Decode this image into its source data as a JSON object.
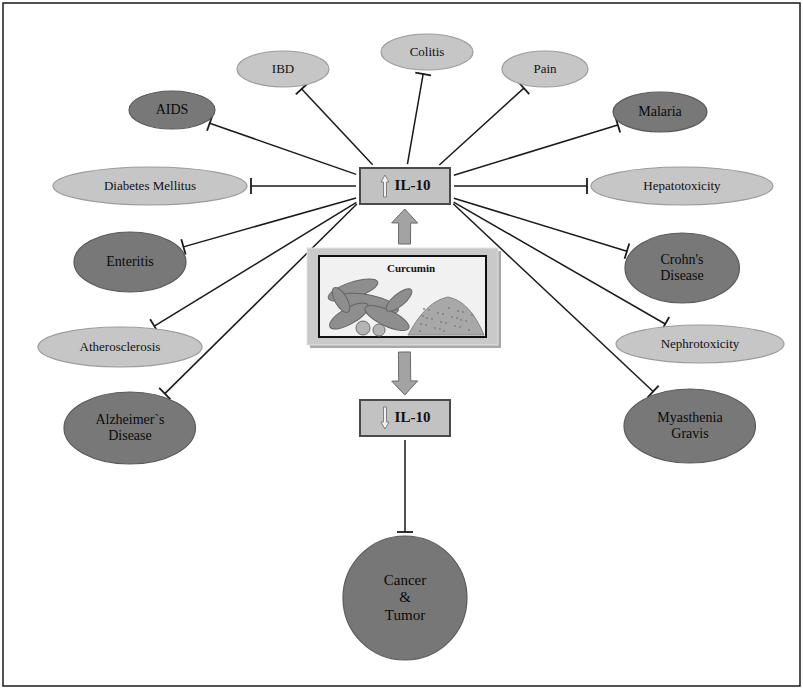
{
  "diagram": {
    "nodes": [
      {
        "text": [
          "IBD"
        ]
      },
      {
        "text": [
          "Colitis"
        ]
      },
      {
        "text": [
          "Pain"
        ]
      },
      {
        "text": [
          "AIDS"
        ]
      },
      {
        "text": [
          "Malaria"
        ]
      },
      {
        "text": [
          "Diabetes Mellitus"
        ]
      },
      {
        "text": [
          "IL-10"
        ]
      },
      {
        "text": [
          "Hepatotoxicity"
        ]
      },
      {
        "text": [
          "Enteritis"
        ]
      },
      {
        "text": [
          "Crohn's Disease"
        ]
      },
      {
        "text": [
          "Curcumin"
        ]
      },
      {
        "text": [
          "Atherosclerosis"
        ]
      },
      {
        "text": [
          "Nephrotoxicity"
        ]
      },
      {
        "text": [
          "Alzheimer`s Disease"
        ]
      },
      {
        "text": [
          "Myasthenia Gravis"
        ]
      },
      {
        "text": [
          "IL-10"
        ]
      },
      {
        "text": [
          "Cancer & Tumor"
        ]
      }
    ],
    "edges": [
      {
        "from": 6,
        "to": 0,
        "arrow": "to"
      },
      {
        "from": 6,
        "to": 1,
        "arrow": "to"
      },
      {
        "from": 6,
        "to": 2,
        "arrow": "to"
      },
      {
        "from": 6,
        "to": 3,
        "arrow": "to"
      },
      {
        "from": 6,
        "to": 4,
        "arrow": "to"
      },
      {
        "from": 6,
        "to": 5,
        "arrow": "to"
      },
      {
        "from": 6,
        "to": 7,
        "arrow": "to"
      },
      {
        "from": 6,
        "to": 8,
        "arrow": "to"
      },
      {
        "from": 6,
        "to": 9,
        "arrow": "to"
      },
      {
        "from": 6,
        "to": 11,
        "arrow": "to"
      },
      {
        "from": 6,
        "to": 12,
        "arrow": "to"
      },
      {
        "from": 6,
        "to": 13,
        "arrow": "to"
      },
      {
        "from": 6,
        "to": 14,
        "arrow": "to"
      },
      {
        "from": 10,
        "to": 6,
        "arrow": "to"
      },
      {
        "from": 10,
        "to": 15,
        "arrow": "to"
      },
      {
        "from": 15,
        "to": 16,
        "arrow": "to"
      }
    ]
  }
}
